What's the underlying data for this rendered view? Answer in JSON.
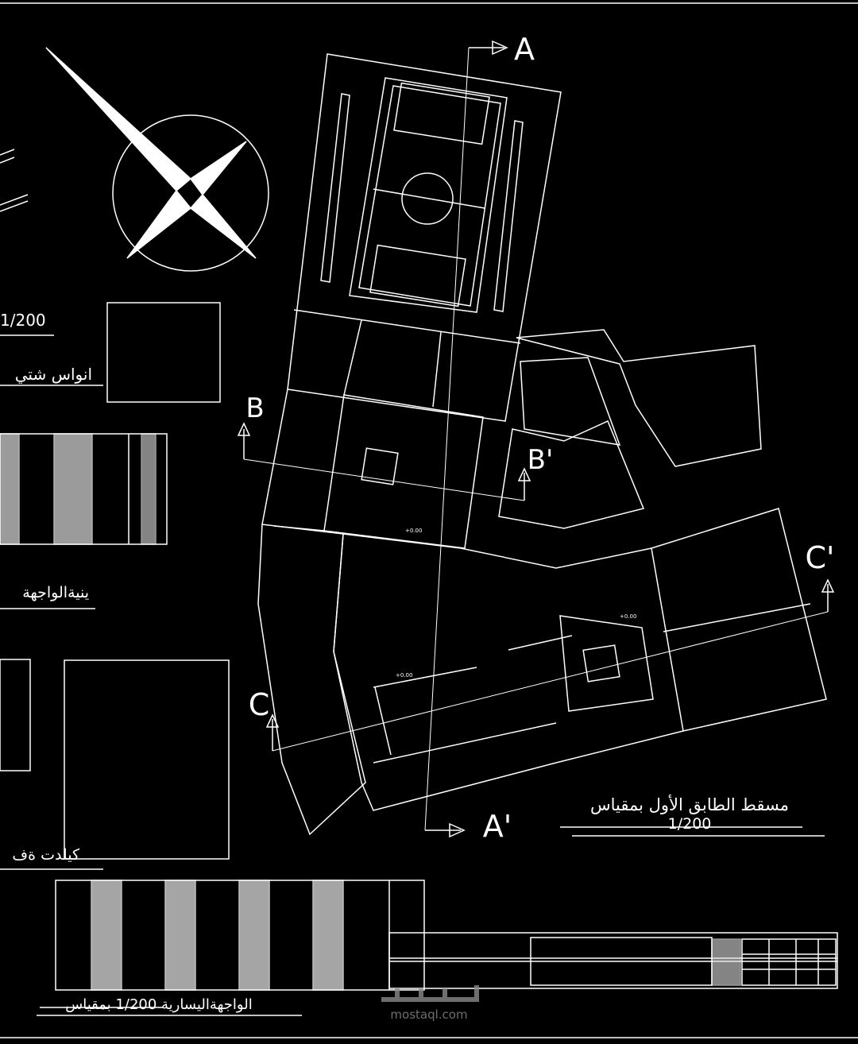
{
  "drawing": {
    "background_color": "#000000",
    "line_color": "#ffffff",
    "plan_title": "مسقط الطابق الأول بمقياس",
    "plan_scale": "1/200",
    "section_labels": [
      "A",
      "A'",
      "B",
      "B'",
      "C",
      "C'"
    ],
    "left_labels": {
      "scale_top": "1/200",
      "label_1": "انواس شتي",
      "label_2": "ينيةالواجهة",
      "label_3": "كيلدت ةف",
      "bottom_elevation": "الواجهةاليسارية 1/200 بمقياس"
    },
    "level_marks": [
      "+0.00",
      "+0.00",
      "+0.00"
    ],
    "watermark": {
      "logo": "مستقل",
      "site": "mostaql.com"
    }
  }
}
